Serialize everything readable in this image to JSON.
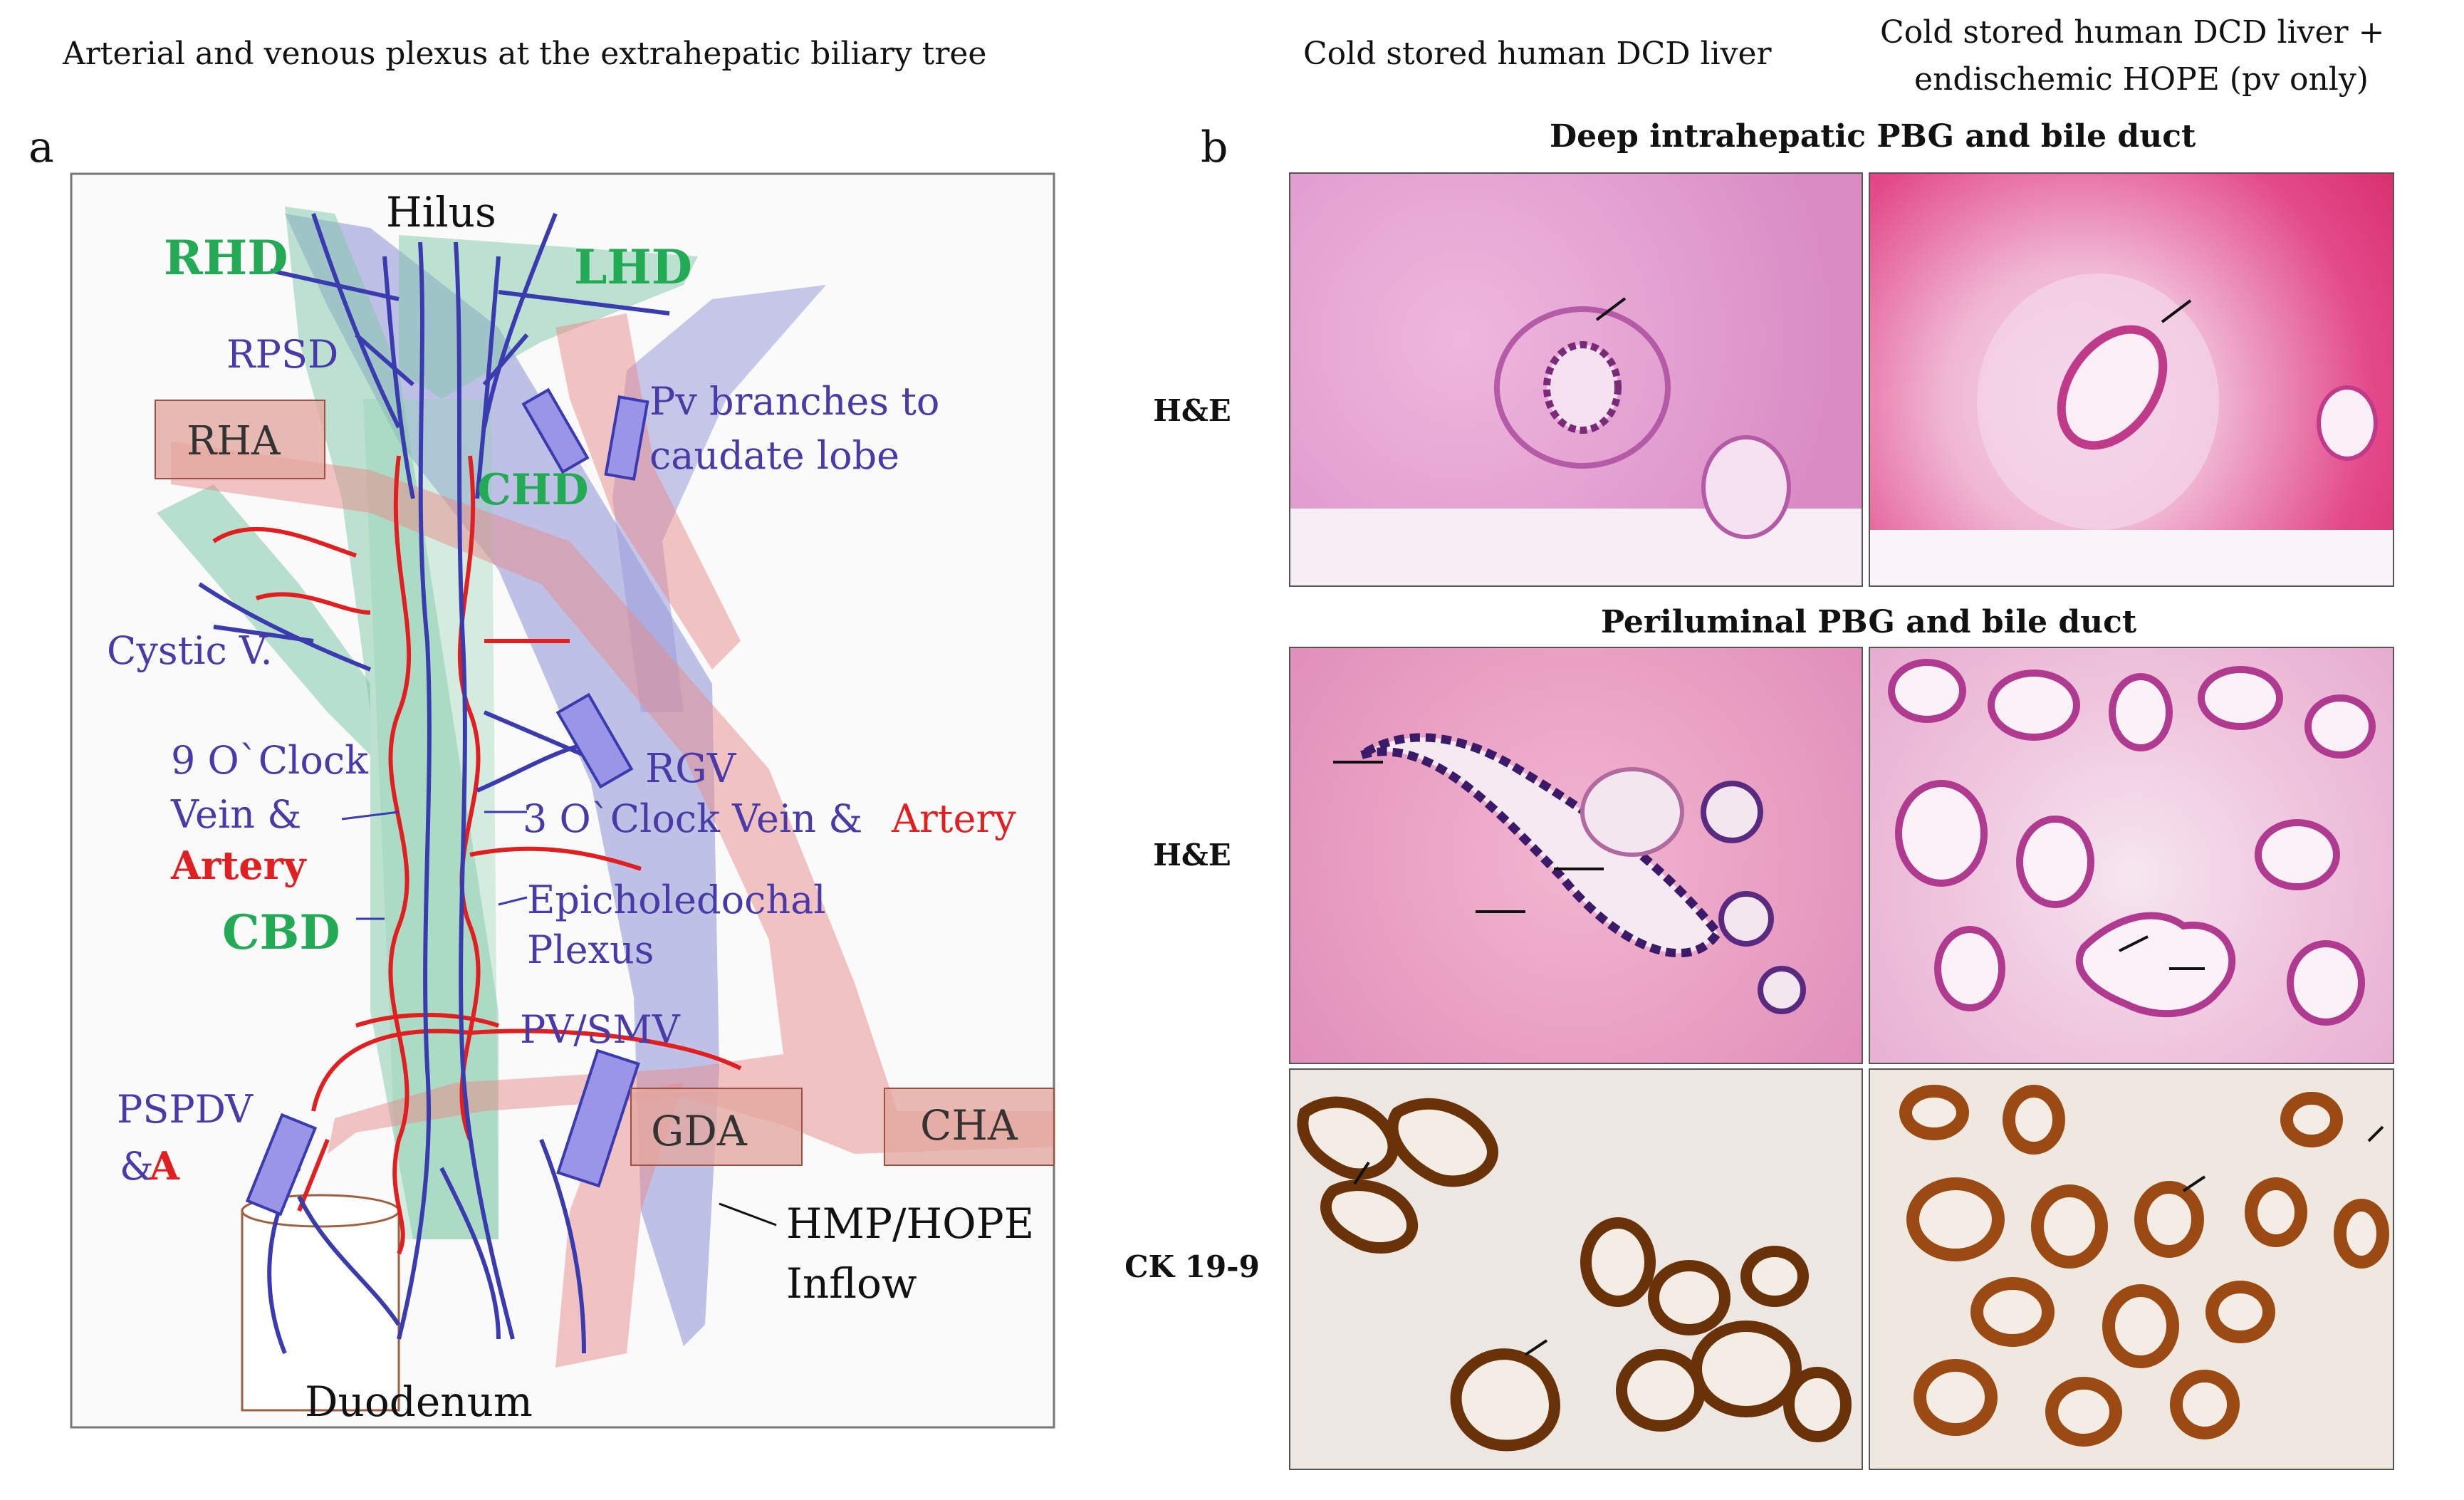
{
  "panel_a": {
    "letter": "a",
    "title": "Arterial and venous plexus at the extrahepatic biliary tree",
    "labels": {
      "hilus": "Hilus",
      "rhd": "RHD",
      "lhd": "LHD",
      "rpsd": "RPSD",
      "rha": "RHA",
      "pv_branches_1": "Pv branches to",
      "pv_branches_2": "caudate lobe",
      "chd": "CHD",
      "cystic_v": "Cystic V.",
      "nine_oclock_1": "9 O`Clock",
      "nine_oclock_2": "Vein &",
      "nine_oclock_3": "Artery",
      "three_oclock_a": "3 O`Clock Vein &",
      "three_oclock_b": "Artery",
      "rgv": "RGV",
      "cbd": "CBD",
      "epicholedochal_1": "Epicholedochal",
      "epicholedochal_2": "Plexus",
      "pv_smv": "PV/SMV",
      "pspdv_1": "PSPDV",
      "pspdv_2": "&",
      "pspdv_3": "A",
      "gda": "GDA",
      "cha": "CHA",
      "hmp_1": "HMP/HOPE",
      "hmp_2": "Inflow",
      "duodenum": "Duodenum"
    }
  },
  "panel_b": {
    "letter": "b",
    "col1_title": "Cold stored human DCD liver",
    "col2_title_1": "Cold stored human DCD liver +",
    "col2_title_2": "endischemic HOPE (pv only)",
    "section1_title": "Deep intrahepatic PBG and bile duct",
    "section2_title": "Periluminal PBG and bile duct",
    "row_labels": [
      "H&E",
      "H&E",
      "CK 19-9"
    ]
  },
  "colors": {
    "vein": "#3b3bb0",
    "artery": "#e02020",
    "duct_label": "#22aa55",
    "vein_label": "#4a3aa8",
    "he_stain": "#d98cc4",
    "ck_stain": "#8a4a1a"
  }
}
